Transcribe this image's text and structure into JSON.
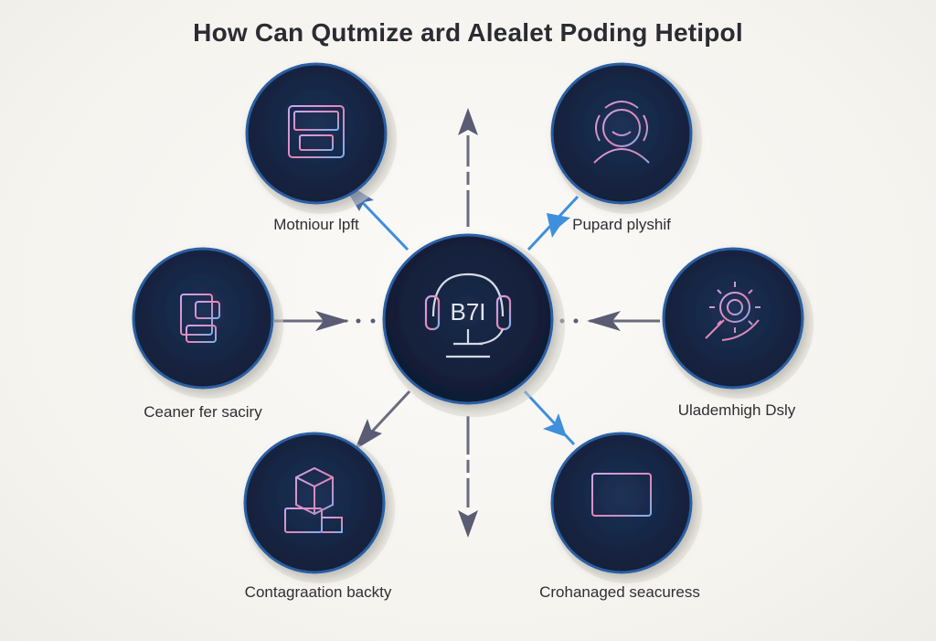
{
  "title": "How Can Qutmize ard Alealet Poding Hetipol",
  "hub": {
    "icon": "headset-computer-icon",
    "text": "B7I"
  },
  "nodes": [
    {
      "id": "top-left",
      "label": "Motniour lpft",
      "icon": "printer-device-icon"
    },
    {
      "id": "top-right",
      "label": "Pupard plyshif",
      "icon": "person-support-icon"
    },
    {
      "id": "mid-left",
      "label": "Ceaner fer saciry",
      "icon": "document-chat-icon"
    },
    {
      "id": "mid-right",
      "label": "Ulademhigh Dsly",
      "icon": "gear-magnifier-icon"
    },
    {
      "id": "bottom-left",
      "label": "Contagraation backty",
      "icon": "package-box-icon"
    },
    {
      "id": "bottom-right",
      "label": "Crohanaged seacuress",
      "icon": "monitor-screen-icon"
    }
  ],
  "colors": {
    "circle_fill": "#172744",
    "circle_ring": "#2a5fa3",
    "arrow_gray": "#5a5c74",
    "arrow_blue": "#3f8fdc",
    "icon_purple": "#b39ce6",
    "icon_pink": "#e680a8",
    "icon_blue": "#7fb0ef"
  }
}
